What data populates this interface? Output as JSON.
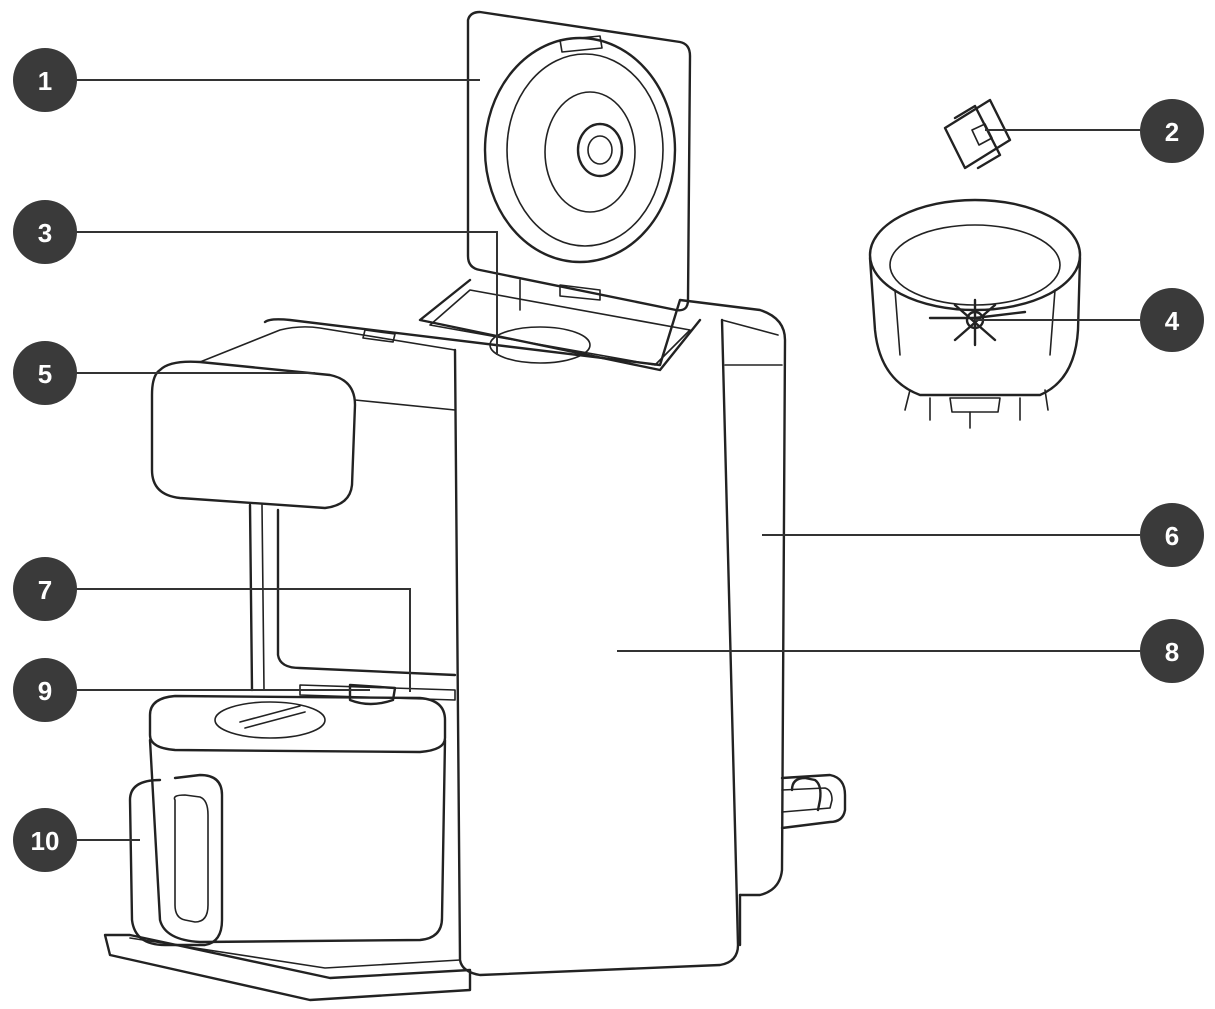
{
  "diagram": {
    "callouts": [
      {
        "id": "c1",
        "label": "1"
      },
      {
        "id": "c2",
        "label": "2"
      },
      {
        "id": "c3",
        "label": "3"
      },
      {
        "id": "c4",
        "label": "4"
      },
      {
        "id": "c5",
        "label": "5"
      },
      {
        "id": "c6",
        "label": "6"
      },
      {
        "id": "c7",
        "label": "7"
      },
      {
        "id": "c8",
        "label": "8"
      },
      {
        "id": "c9",
        "label": "9"
      },
      {
        "id": "c10",
        "label": "10"
      }
    ],
    "colors": {
      "badge": "#3a3a3a",
      "badge_text": "#ffffff",
      "line_art": "#222222",
      "background": "#ffffff"
    }
  }
}
